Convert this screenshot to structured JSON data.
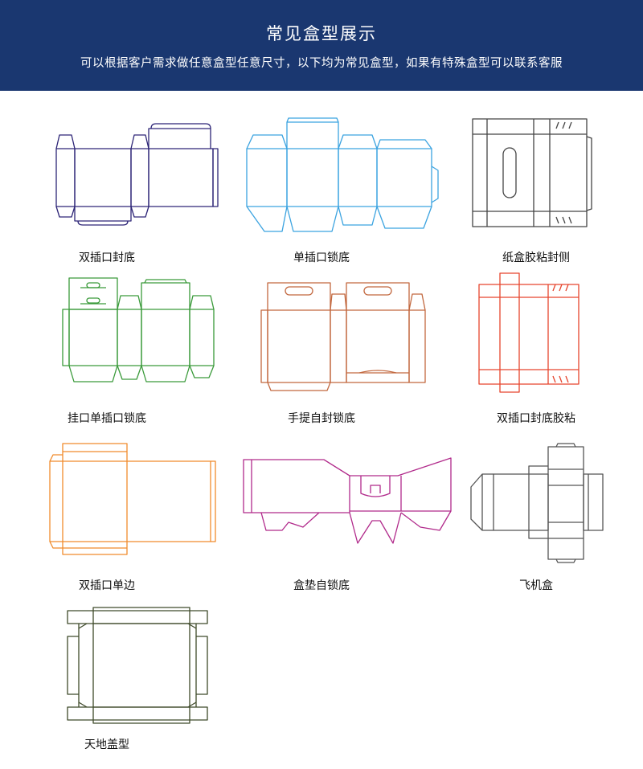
{
  "header": {
    "title": "常见盒型展示",
    "subtitle": "可以根据客户需求做任意盒型任意尺寸，以下均为常见盒型，如果有特殊盒型可以联系客服",
    "background": "#1a3770"
  },
  "boxes": [
    {
      "label": "双插口封底",
      "color": "#2d2577"
    },
    {
      "label": "单插口锁底",
      "color": "#3ba3e0"
    },
    {
      "label": "纸盒胶粘封侧",
      "color": "#444444"
    },
    {
      "label": "挂口单插口锁底",
      "color": "#3a9a3a"
    },
    {
      "label": "手提自封锁底",
      "color": "#c2683f"
    },
    {
      "label": "双插口封底胶粘",
      "color": "#e6452d"
    },
    {
      "label": "双插口单边",
      "color": "#f08b2c"
    },
    {
      "label": "盒垫自锁底",
      "color": "#b12a8b"
    },
    {
      "label": "飞机盒",
      "color": "#555555"
    },
    {
      "label": "天地盖型",
      "color": "#3f4a2a"
    }
  ]
}
